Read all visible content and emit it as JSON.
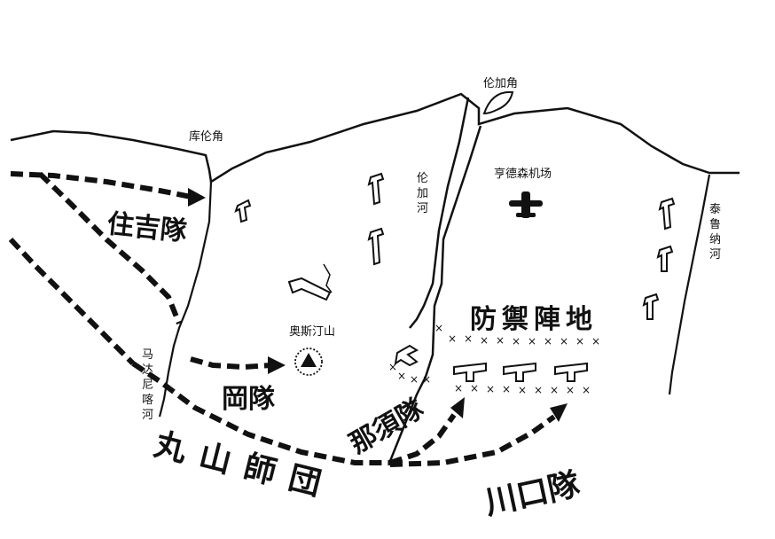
{
  "places": {
    "lunga_point": "伦加角",
    "kukum_point": "库伦角",
    "lunga_river": [
      "伦",
      "加",
      "河"
    ],
    "henderson_field": "亨德森机场",
    "tenaru_river": [
      "泰",
      "鲁",
      "纳",
      "河"
    ],
    "mount_austen": "奥斯汀山",
    "matanikau_river": [
      "马",
      "达",
      "尼",
      "喀",
      "河"
    ]
  },
  "units": {
    "sumiyoshi": "住吉隊",
    "oka": "岡隊",
    "nasu": "那須隊",
    "kawaguchi": "川口隊",
    "maruyama": "丸山師団"
  },
  "defense_area": "防禦陣地",
  "colors": {
    "ink": "#111111",
    "paper": "#ffffff"
  }
}
